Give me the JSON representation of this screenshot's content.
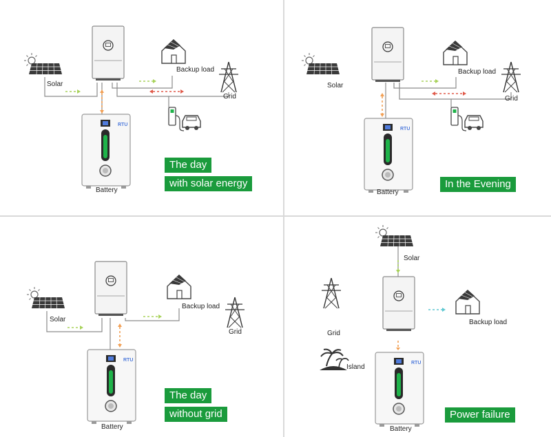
{
  "colors": {
    "caption_bg": "#1a9b3c",
    "caption_text": "#ffffff",
    "line": "#8a8a8a",
    "solar_flow": "#a8d25a",
    "grid_flow": "#e05a4a",
    "battery_flow": "#f2a055",
    "load_flow": "#5bc7d0",
    "battery_bar": "#1fb34a"
  },
  "panels": [
    {
      "id": "day-solar",
      "labels": {
        "solar": "Solar",
        "backup_load": "Backup load",
        "grid": "Grid",
        "battery": "Battery"
      },
      "captions": [
        "The day",
        "with solar energy"
      ]
    },
    {
      "id": "evening",
      "labels": {
        "solar": "Solar",
        "backup_load": "Backup load",
        "grid": "Grid",
        "battery": "Battery"
      },
      "captions": [
        "In the Evening"
      ]
    },
    {
      "id": "day-no-grid",
      "labels": {
        "solar": "Solar",
        "backup_load": "Backup load",
        "grid": "Grid",
        "battery": "Battery"
      },
      "captions": [
        "The day",
        "without grid"
      ]
    },
    {
      "id": "power-failure",
      "labels": {
        "solar": "Solar",
        "backup_load": "Backup load",
        "grid": "Grid",
        "island": "Island",
        "battery": "Battery"
      },
      "captions": [
        "Power failure"
      ]
    }
  ],
  "device_text": {
    "battery_brand": "RTU"
  }
}
